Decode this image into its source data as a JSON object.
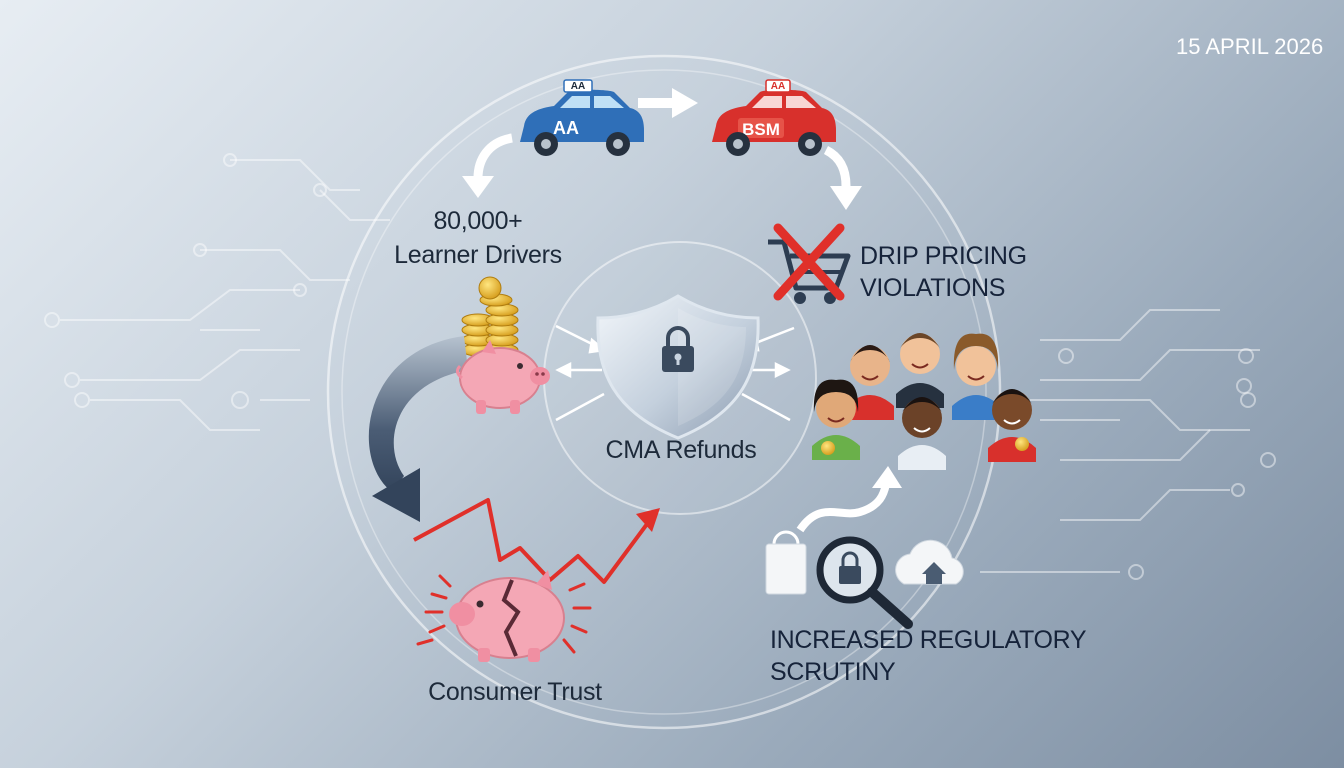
{
  "header": {
    "date": "15 APRIL 2026"
  },
  "nodes": {
    "learners": {
      "line1": "80,000+",
      "line2": "Learner Drivers"
    },
    "drip": {
      "line1": "DRIP PRICING",
      "line2": "VIOLATIONS"
    },
    "center": {
      "label": "CMA Refunds"
    },
    "trust": {
      "label": "Consumer Trust"
    },
    "regulatory": {
      "line1": "INCREASED REGULATORY",
      "line2": "SCRUTINY"
    }
  },
  "cars": {
    "aa": {
      "roof_sign": "AA",
      "door_label": "AA",
      "color": "#2f6fb8"
    },
    "bsm": {
      "roof_sign": "AA",
      "door_label": "BSM",
      "color": "#d8302c"
    }
  },
  "icons": [
    "blue-car-icon",
    "red-car-icon",
    "crossed-cart-icon",
    "coin-stack-icon",
    "piggy-bank-icon",
    "broken-piggy-bank-icon",
    "shield-lock-icon",
    "people-group-icon",
    "shopping-bag-icon",
    "magnifier-lock-icon",
    "cloud-home-icon"
  ],
  "colors": {
    "accent_red": "#e0302a",
    "arrow_dark": "#3f5068",
    "shield": "#c9d4e0"
  }
}
